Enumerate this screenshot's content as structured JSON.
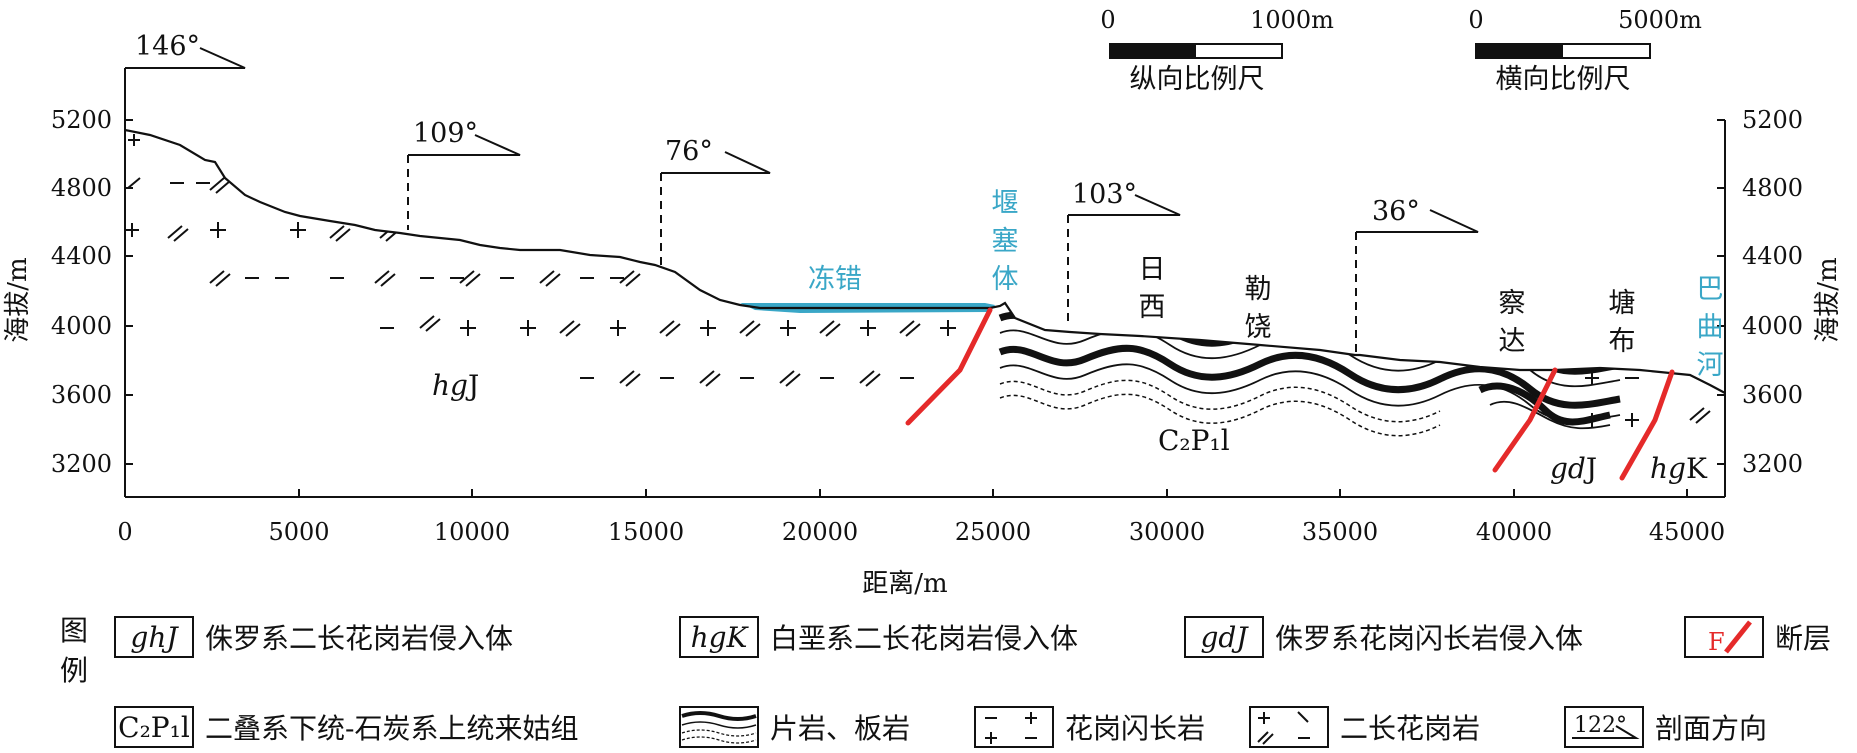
{
  "y_axis": {
    "label": "海拔/m",
    "ticks": [
      "5200",
      "4800",
      "4400",
      "4000",
      "3600",
      "3200"
    ]
  },
  "x_axis": {
    "label": "距离/m",
    "ticks": [
      "0",
      "5000",
      "10000",
      "15000",
      "20000",
      "25000",
      "30000",
      "35000",
      "40000",
      "45000"
    ]
  },
  "scale_bars": {
    "vertical": {
      "start": "0",
      "end": "1000m",
      "label": "纵向比例尺"
    },
    "horizontal": {
      "start": "0",
      "end": "5000m",
      "label": "横向比例尺"
    }
  },
  "section_directions": [
    "146°",
    "109°",
    "76°",
    "103°",
    "36°"
  ],
  "place_labels": {
    "lake": "冻错",
    "dam_1": "堰",
    "dam_2": "塞",
    "dam_3": "体",
    "rixi_1": "日",
    "rixi_2": "西",
    "lerao_1": "勒",
    "lerao_2": "饶",
    "chada_1": "察",
    "chada_2": "达",
    "tangbu_1": "塘",
    "tangbu_2": "布",
    "river_1": "巴",
    "river_2": "曲",
    "river_3": "河"
  },
  "unit_labels": {
    "hgJ_a": "hg",
    "hgJ_b": "J",
    "c2p1l": "C₂P₁l",
    "gdJ_a": "gd",
    "gdJ_b": "J",
    "hgK_a": "hg",
    "hgK_b": "K"
  },
  "legend": {
    "title_1": "图",
    "title_2": "例",
    "items": [
      {
        "symbol": "ghJ",
        "text": "侏罗系二长花岗岩侵入体"
      },
      {
        "symbol": "hgK",
        "text": "白垩系二长花岗岩侵入体"
      },
      {
        "symbol": "gdJ",
        "text": "侏罗系花岗闪长岩侵入体"
      },
      {
        "symbol": "F",
        "text": "断层"
      },
      {
        "symbol": "C₂P₁l",
        "text": "二叠系下统-石炭系上统来姑组"
      },
      {
        "symbol": "",
        "text": "片岩、板岩"
      },
      {
        "symbol": "",
        "text": "花岗闪长岩"
      },
      {
        "symbol": "",
        "text": "二长花岗岩"
      },
      {
        "symbol": "122°",
        "text": "剖面方向"
      }
    ]
  },
  "colors": {
    "fault": "#e52a2a",
    "water": "#3aa7c7",
    "label_blue": "#3aa7c7"
  }
}
